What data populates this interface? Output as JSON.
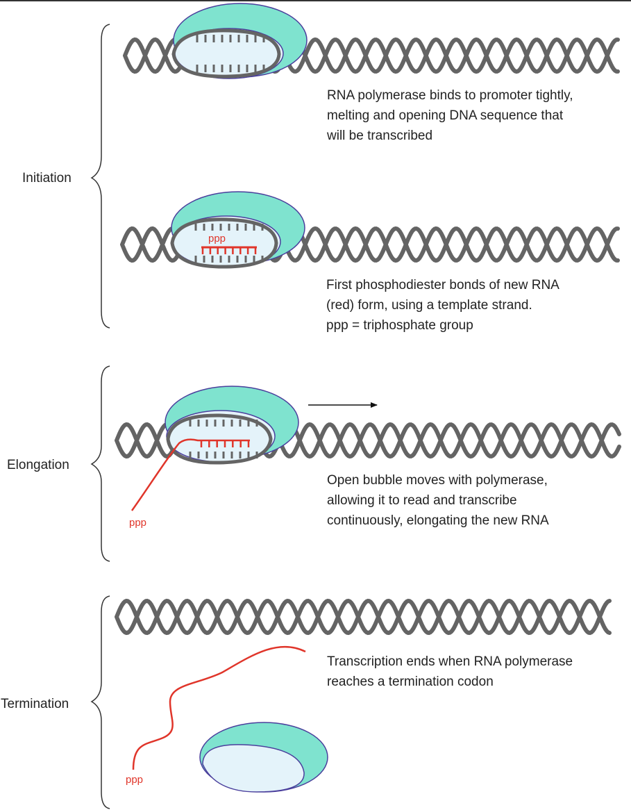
{
  "colors": {
    "dna": "#646464",
    "rna": "#e0352a",
    "polymerase_outer": "#7fe3cf",
    "polymerase_inner": "#e4f3fa",
    "polymerase_edge": "#4a3f9c",
    "text": "#222222"
  },
  "stages": {
    "initiation": {
      "label": "Initiation"
    },
    "elongation": {
      "label": "Elongation"
    },
    "termination": {
      "label": "Termination"
    }
  },
  "captions": {
    "step1": [
      "RNA polymerase binds to promoter tightly,",
      "melting and opening DNA sequence that",
      "will be transcribed"
    ],
    "step2": [
      "First phosphodiester bonds of new RNA",
      "(red) form, using a template strand.",
      "ppp = triphosphate group"
    ],
    "step3": [
      "Open bubble moves with polymerase,",
      "allowing it to read and transcribe",
      "continuously, elongating the new RNA"
    ],
    "step4": [
      "Transcription ends when RNA polymerase",
      "reaches a termination codon"
    ]
  },
  "ppp_label": "ppp",
  "direction_arrow": "arrow-right"
}
